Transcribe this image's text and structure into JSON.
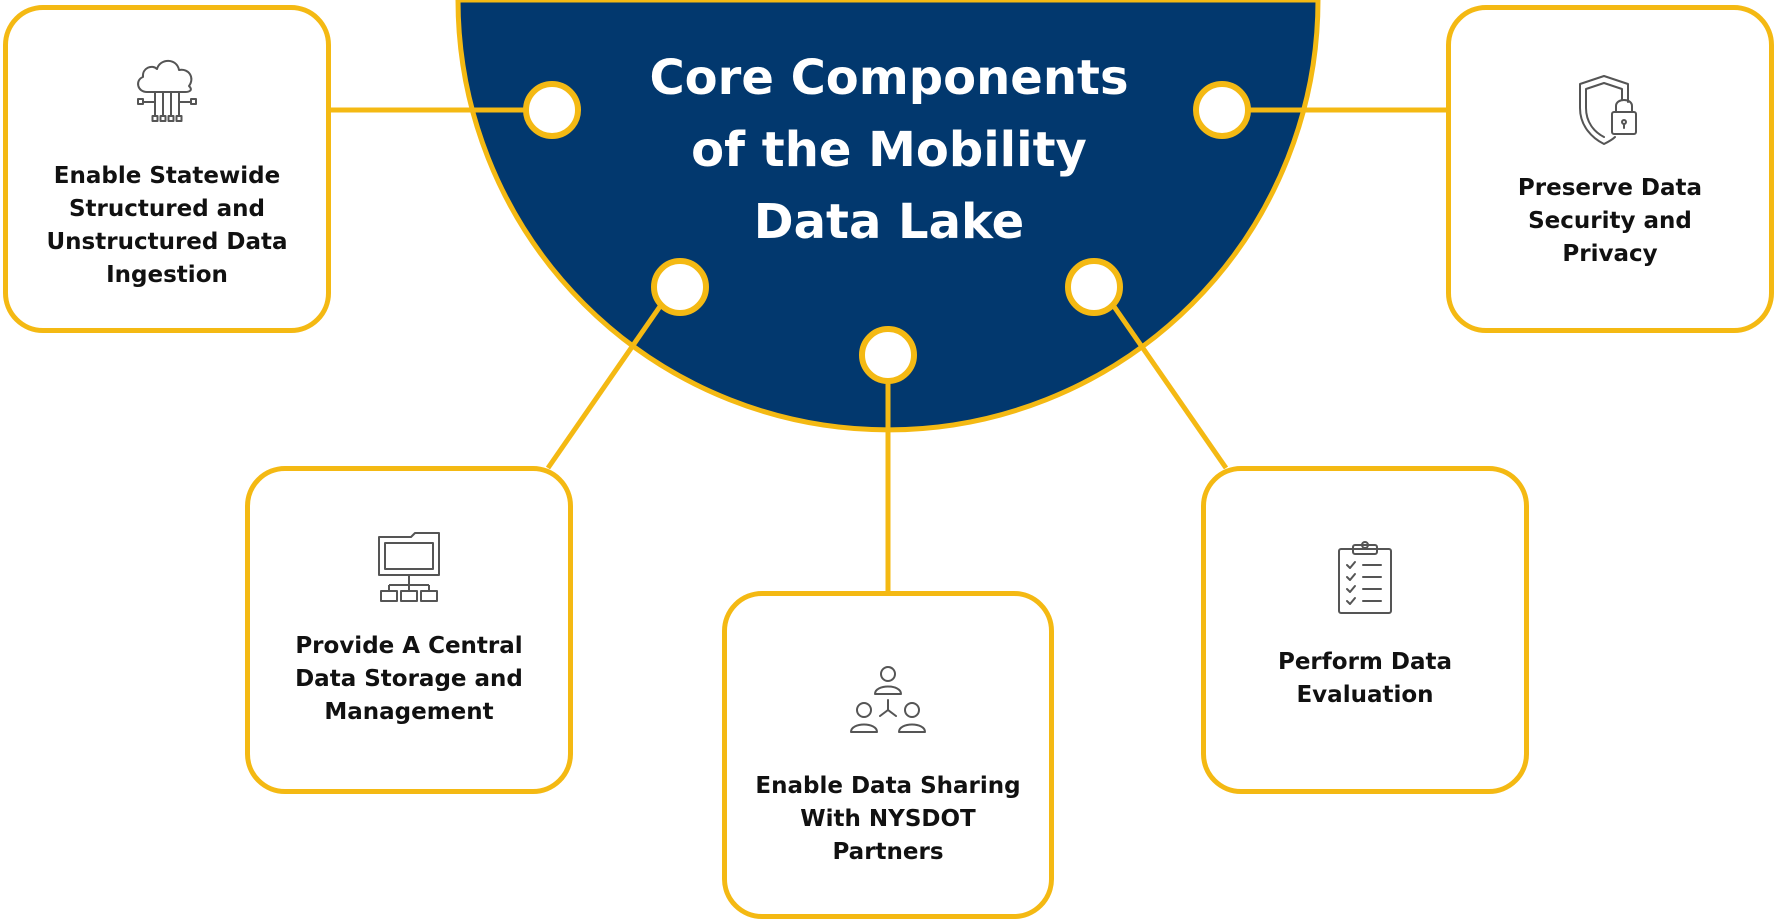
{
  "center": {
    "title_lines": [
      "Core Components",
      "of the Mobility",
      "Data Lake"
    ],
    "fill_color": "#02386e",
    "accent_color": "#f4b913"
  },
  "components": [
    {
      "id": "ingestion",
      "icon": "cloud-network-icon",
      "label_lines": [
        "Enable Statewide",
        "Structured and",
        "Unstructured Data",
        "Ingestion"
      ]
    },
    {
      "id": "security",
      "icon": "shield-lock-icon",
      "label_lines": [
        "Preserve Data",
        "Security and",
        "Privacy"
      ]
    },
    {
      "id": "storage",
      "icon": "folder-hierarchy-icon",
      "label_lines": [
        "Provide A Central",
        "Data Storage and",
        "Management"
      ]
    },
    {
      "id": "sharing",
      "icon": "people-network-icon",
      "label_lines": [
        "Enable Data Sharing",
        "With NYSDOT",
        "Partners"
      ]
    },
    {
      "id": "evaluation",
      "icon": "clipboard-checklist-icon",
      "label_lines": [
        "Perform Data",
        "Evaluation"
      ]
    }
  ]
}
